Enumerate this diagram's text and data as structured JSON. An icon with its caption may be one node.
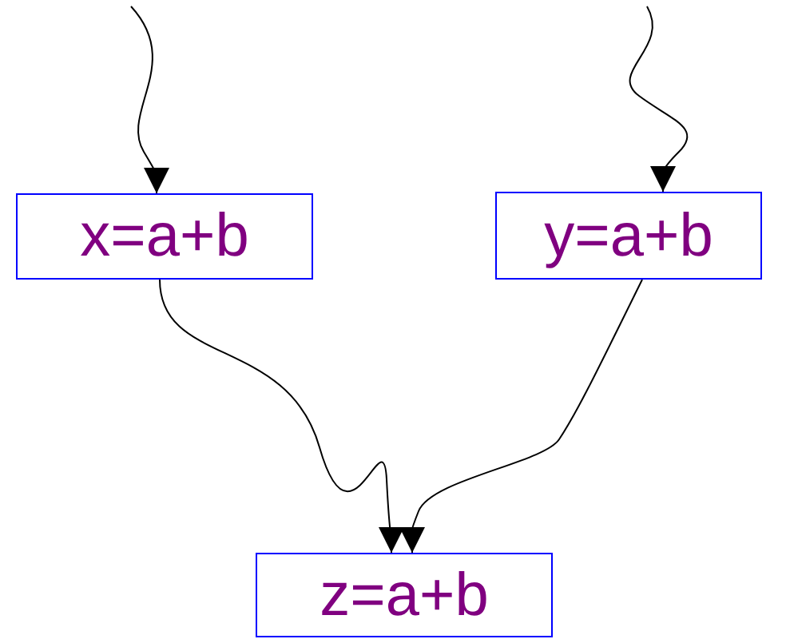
{
  "diagram": {
    "nodes": [
      {
        "text": [
          "x=a+b"
        ]
      },
      {
        "text": [
          "y=a+b"
        ]
      },
      {
        "text": [
          "z=a+b"
        ]
      }
    ],
    "edges": [
      {
        "from": null,
        "to": 0,
        "arrow": "to"
      },
      {
        "from": null,
        "to": 1,
        "arrow": "to"
      },
      {
        "from": 0,
        "to": 2,
        "arrow": "to"
      },
      {
        "from": 1,
        "to": 2,
        "arrow": "to"
      }
    ]
  }
}
